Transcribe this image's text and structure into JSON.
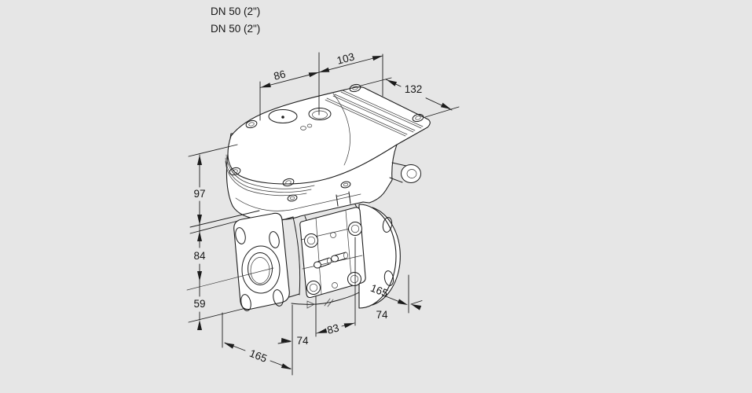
{
  "header": {
    "size_label_1": "DN 50 (2\")",
    "size_label_2": "DN 50 (2\")"
  },
  "dimensions": {
    "top_left": "86",
    "top_right": "103",
    "top_depth": "132",
    "side_upper": "97",
    "side_middle": "84",
    "side_lower": "59",
    "bottom_left_total": "165",
    "bottom_left_offset": "74",
    "bottom_center": "83",
    "bottom_right_total": "165",
    "bottom_right_offset": "74"
  },
  "colors": {
    "background": "#e6e6e6",
    "line": "#1c1c1c",
    "body_fill": "#ffffff"
  }
}
